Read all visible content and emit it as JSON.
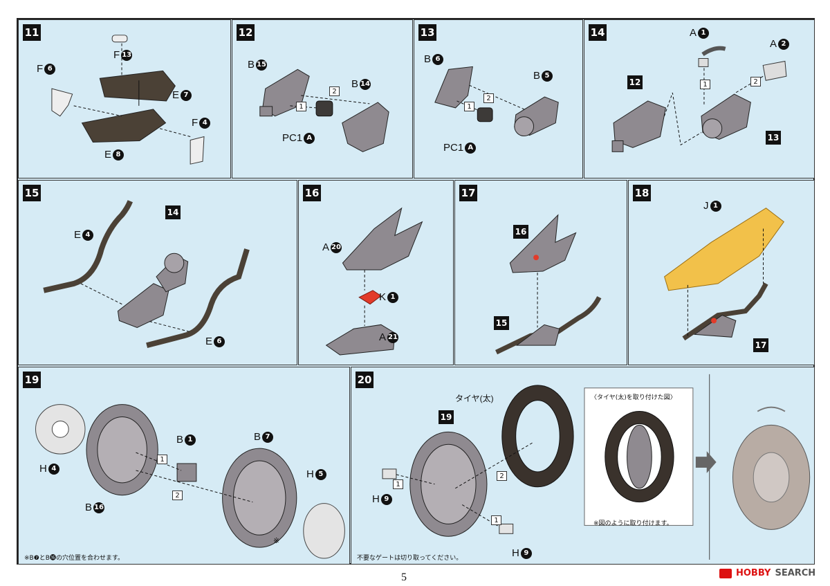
{
  "page_number": "5",
  "watermark": {
    "brand_red": "HOBBY",
    "brand_rest": "SEARCH"
  },
  "colors": {
    "panel": "#d6ebf5",
    "part_dark": "#4b4136",
    "part_gray": "#8f8a90",
    "clear_yellow": "#f2c14a",
    "clear_red": "#e23b2a"
  },
  "steps": [
    {
      "num": "11",
      "labels": [
        {
          "text": "F",
          "part": "13"
        },
        {
          "text": "F",
          "part": "6"
        },
        {
          "text": "E",
          "part": "7"
        },
        {
          "text": "F",
          "part": "4"
        },
        {
          "text": "E",
          "part": "8"
        }
      ]
    },
    {
      "num": "12",
      "labels": [
        {
          "text": "B",
          "part": "15"
        },
        {
          "text": "B",
          "part": "14"
        },
        {
          "text": "PC1",
          "part": "A"
        }
      ],
      "order": [
        "1",
        "2"
      ]
    },
    {
      "num": "13",
      "labels": [
        {
          "text": "B",
          "part": "6"
        },
        {
          "text": "B",
          "part": "5"
        },
        {
          "text": "PC1",
          "part": "A"
        }
      ],
      "order": [
        "1",
        "2"
      ]
    },
    {
      "num": "14",
      "labels": [
        {
          "text": "A",
          "part": "1"
        },
        {
          "text": "A",
          "part": "2"
        }
      ],
      "refs": [
        "12",
        "13"
      ],
      "order": [
        "1",
        "2"
      ]
    },
    {
      "num": "15",
      "labels": [
        {
          "text": "E",
          "part": "4"
        },
        {
          "text": "E",
          "part": "6"
        }
      ],
      "refs": [
        "14"
      ]
    },
    {
      "num": "16",
      "labels": [
        {
          "text": "A",
          "part": "20"
        },
        {
          "text": "K",
          "part": "1"
        },
        {
          "text": "A",
          "part": "21"
        }
      ]
    },
    {
      "num": "17",
      "refs": [
        "16",
        "15"
      ]
    },
    {
      "num": "18",
      "labels": [
        {
          "text": "J",
          "part": "1"
        }
      ],
      "refs": [
        "17"
      ]
    },
    {
      "num": "19",
      "labels": [
        {
          "text": "B",
          "part": "1"
        },
        {
          "text": "B",
          "part": "7"
        },
        {
          "text": "H",
          "part": "4"
        },
        {
          "text": "H",
          "part": "5"
        },
        {
          "text": "B",
          "part": "16"
        }
      ],
      "order": [
        "1",
        "2"
      ],
      "note": "※B❼とB⓰の穴位置を合わせます。",
      "mark": "※"
    },
    {
      "num": "20",
      "refs": [
        "19"
      ],
      "tire_label": "タイヤ(太)",
      "inset_title": "〈タイヤ(太)を取り付けた図〉",
      "inset_note": "※図のように取り付けます。",
      "gate_note": "不要なゲートは切り取ってください。",
      "labels": [
        {
          "text": "H",
          "part": "9"
        },
        {
          "text": "H",
          "part": "9"
        }
      ],
      "order": [
        "1",
        "1",
        "2"
      ]
    }
  ]
}
